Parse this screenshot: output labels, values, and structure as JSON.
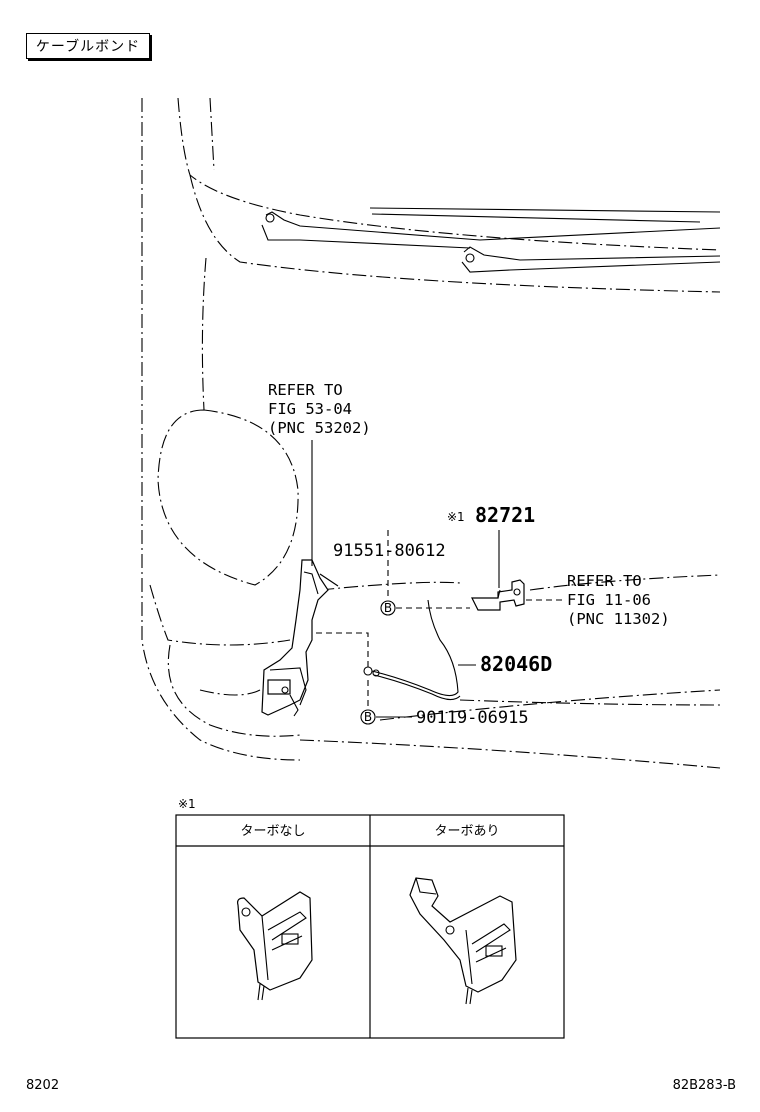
{
  "title_tag": "ケーブルボンド",
  "callouts": {
    "refer1": [
      "REFER TO",
      "FIG 53-04",
      "(PNC 53202)"
    ],
    "refer2": [
      "REFER TO",
      "FIG 11-06",
      "(PNC 11302)"
    ],
    "part_82721": "82721",
    "note_mark": "※1",
    "part_91551": "91551-80612",
    "part_82046D": "82046D",
    "part_90119": "90119-06915",
    "bolt_marker": "B"
  },
  "variant_table": {
    "note_mark": "※1",
    "headers": [
      "ターボなし",
      "ターボあり"
    ]
  },
  "footer": {
    "left": "8202",
    "right": "82B283-B"
  }
}
